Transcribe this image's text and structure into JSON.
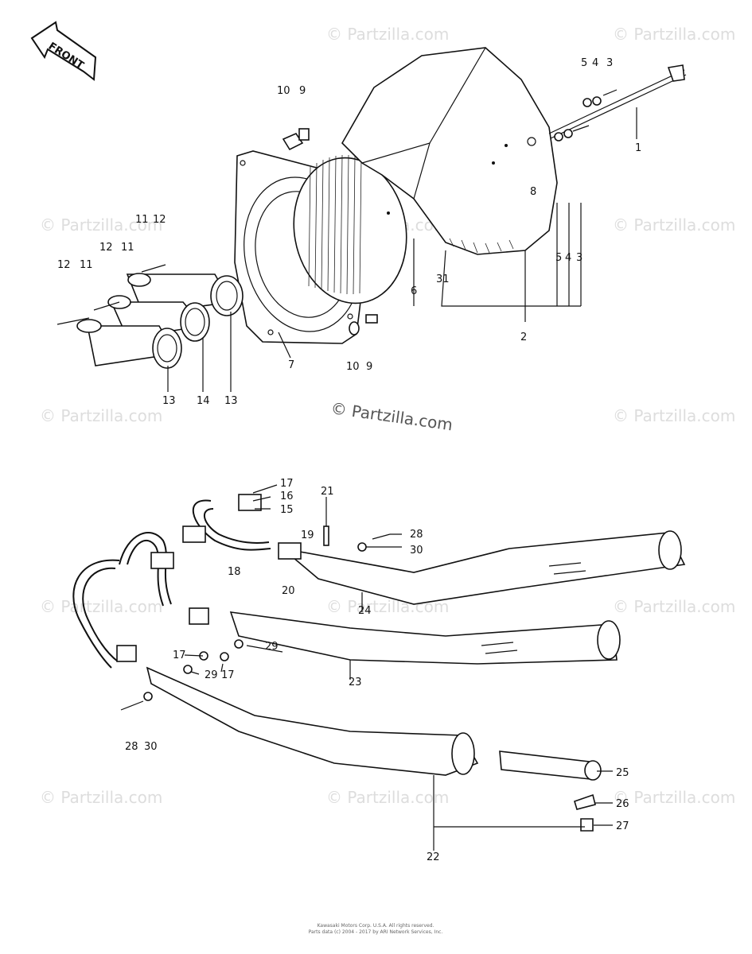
{
  "diagram": {
    "front_label": "FRONT",
    "center_watermark": "© Partzilla.com",
    "watermark": "© Partzilla.com",
    "copyright_line1": "Kawasaki Motors Corp. U.S.A. All rights reserved.",
    "copyright_line2": "Parts data (c) 2004 - 2017 by ARI Network Services, Inc.",
    "callouts": {
      "c1": "1",
      "c2": "2",
      "c3a": "3",
      "c4a": "4",
      "c5a": "5",
      "c3b": "3",
      "c4b": "4",
      "c5b": "5",
      "c6": "6",
      "c31": "31",
      "c7": "7",
      "c8": "8",
      "c9a": "9",
      "c10a": "10",
      "c9b": "9",
      "c10b": "10",
      "c11a": "11",
      "c12a": "12",
      "c11b": "11",
      "c12b": "12",
      "c11c": "11",
      "c12c": "12",
      "c13a": "13",
      "c13b": "13",
      "c14": "14",
      "c15": "15",
      "c16": "16",
      "c17a": "17",
      "c17b": "17",
      "c17c": "17",
      "c18": "18",
      "c19": "19",
      "c20": "20",
      "c21": "21",
      "c22": "22",
      "c23": "23",
      "c24": "24",
      "c25": "25",
      "c26": "26",
      "c27": "27",
      "c28a": "28",
      "c30a": "30",
      "c28b": "28",
      "c30b": "30",
      "c29a": "29",
      "c29b": "29"
    }
  }
}
